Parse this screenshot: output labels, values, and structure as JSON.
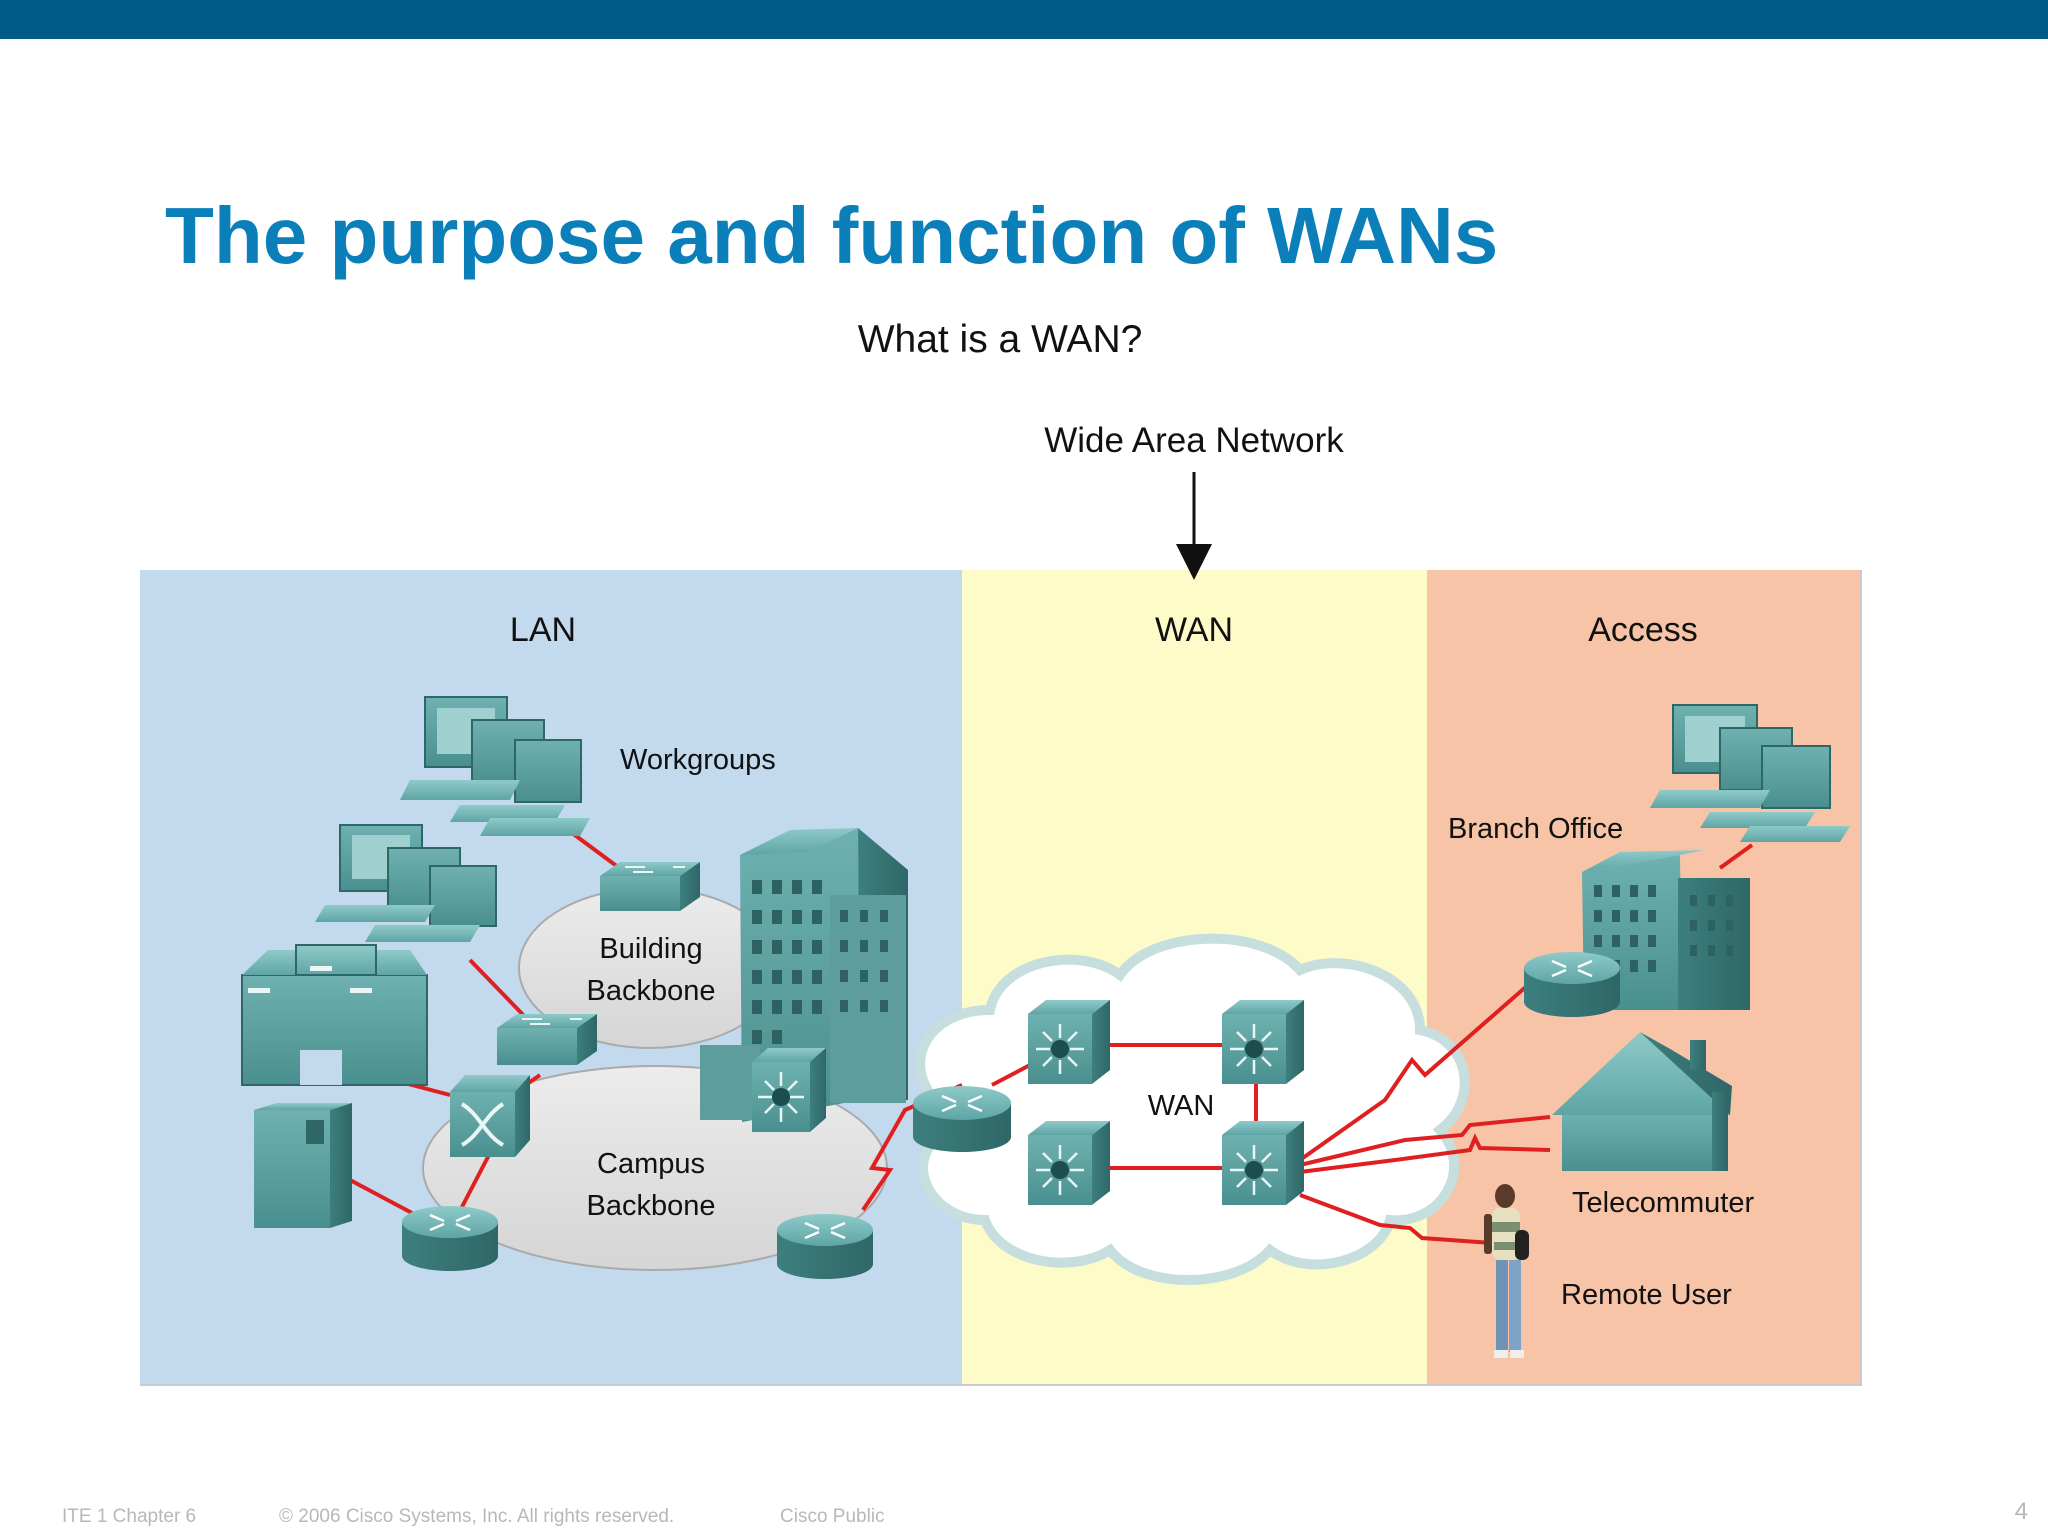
{
  "slide": {
    "title": "The purpose and function of WANs",
    "subtitle": "What is a WAN?",
    "page_number": "4"
  },
  "footer": {
    "course": "ITE 1 Chapter 6",
    "copyright": "© 2006 Cisco Systems, Inc. All rights reserved.",
    "classification": "Cisco Public"
  },
  "diagram": {
    "pointer_label": "Wide Area Network",
    "sections": {
      "lan": "LAN",
      "wan": "WAN",
      "access": "Access"
    },
    "labels": {
      "workgroups": "Workgroups",
      "building_backbone_1": "Building",
      "building_backbone_2": "Backbone",
      "campus_backbone_1": "Campus",
      "campus_backbone_2": "Backbone",
      "wan_cloud": "WAN",
      "branch_office": "Branch Office",
      "telecommuter": "Telecommuter",
      "remote_user": "Remote User"
    }
  },
  "colors": {
    "topbar": "#005a87",
    "title": "#0a7fba",
    "lan_bg": "#c2d9ee",
    "wan_bg": "#fdfcc9",
    "access_bg": "#f7c4a7",
    "device": "#4e9494",
    "link": "#e02020"
  }
}
